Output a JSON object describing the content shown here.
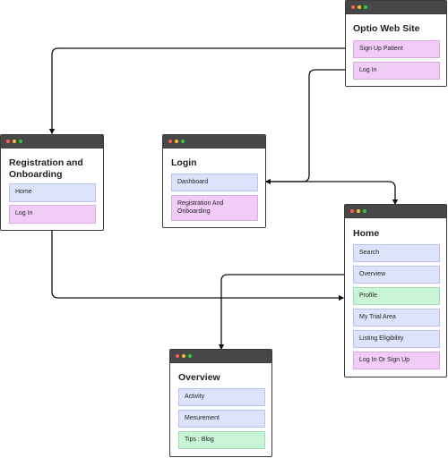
{
  "windows": {
    "optio": {
      "title": "Optio Web Site",
      "items": [
        {
          "label": "Sign Up Patient",
          "color": "#f1ccf6"
        },
        {
          "label": "Log In",
          "color": "#f1ccf6"
        }
      ]
    },
    "registration": {
      "title": "Registration and Onboarding",
      "items": [
        {
          "label": "Home",
          "color": "#dde3fc"
        },
        {
          "label": "Log In",
          "color": "#f1ccf6"
        }
      ]
    },
    "login": {
      "title": "Login",
      "items": [
        {
          "label": "Dashboard",
          "color": "#dde3fc"
        },
        {
          "label": "Registration And Onboarding",
          "color": "#f1ccf6"
        }
      ]
    },
    "home": {
      "title": "Home",
      "items": [
        {
          "label": "Search",
          "color": "#dde3fc"
        },
        {
          "label": "Overview",
          "color": "#dde3fc"
        },
        {
          "label": "Profile",
          "color": "#caf4d6"
        },
        {
          "label": "My Trial Area",
          "color": "#dde3fc"
        },
        {
          "label": "Listing Eligibility",
          "color": "#dde3fc"
        },
        {
          "label": "Log In Or Sign Up",
          "color": "#f1ccf6"
        }
      ]
    },
    "overview": {
      "title": "Overview",
      "items": [
        {
          "label": "Activity",
          "color": "#dde3fc"
        },
        {
          "label": "Mesurement",
          "color": "#dde3fc"
        },
        {
          "label": "Tips : Blog",
          "color": "#caf4d6"
        }
      ]
    }
  },
  "colors": {
    "titlebar": "#474747",
    "blue_item": "#dde3fc",
    "pink_item": "#f1ccf6",
    "green_item": "#caf4d6",
    "connector": "#111111"
  }
}
